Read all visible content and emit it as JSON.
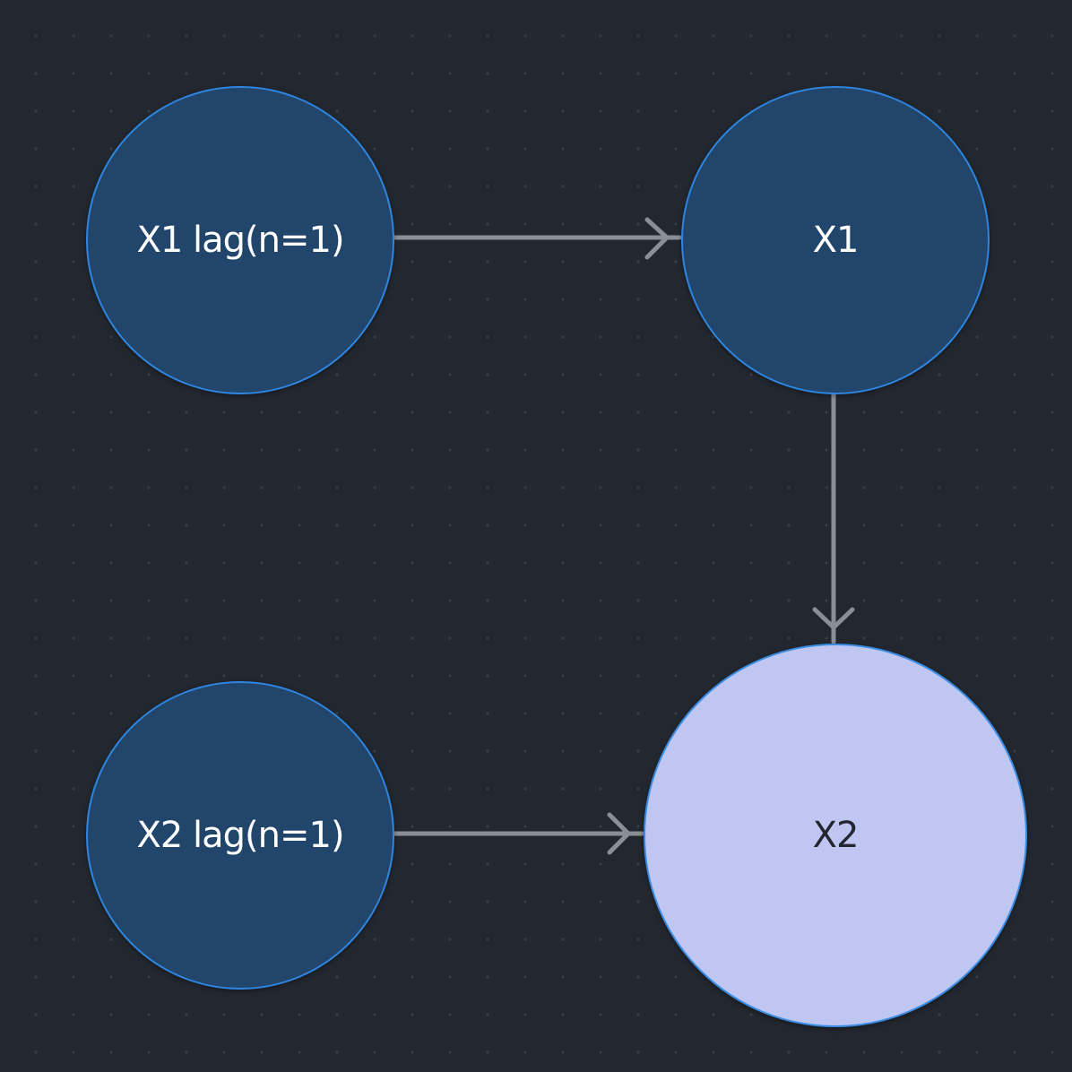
{
  "nodes": {
    "x1_lag": {
      "label": "X1 lag(n=1)"
    },
    "x1": {
      "label": "X1"
    },
    "x2_lag": {
      "label": "X2 lag(n=1)"
    },
    "x2": {
      "label": "X2"
    }
  },
  "edges": [
    {
      "from": "X1 lag(n=1)",
      "to": "X1"
    },
    {
      "from": "X1",
      "to": "X2"
    },
    {
      "from": "X2 lag(n=1)",
      "to": "X2"
    }
  ],
  "colors": {
    "background": "#23272f",
    "grid_dot": "#3a3f49",
    "node_fill": "#21456b",
    "node_border": "#2e86e0",
    "highlight_node_fill": "#c0c6f2",
    "edge": "#8a8f97"
  }
}
